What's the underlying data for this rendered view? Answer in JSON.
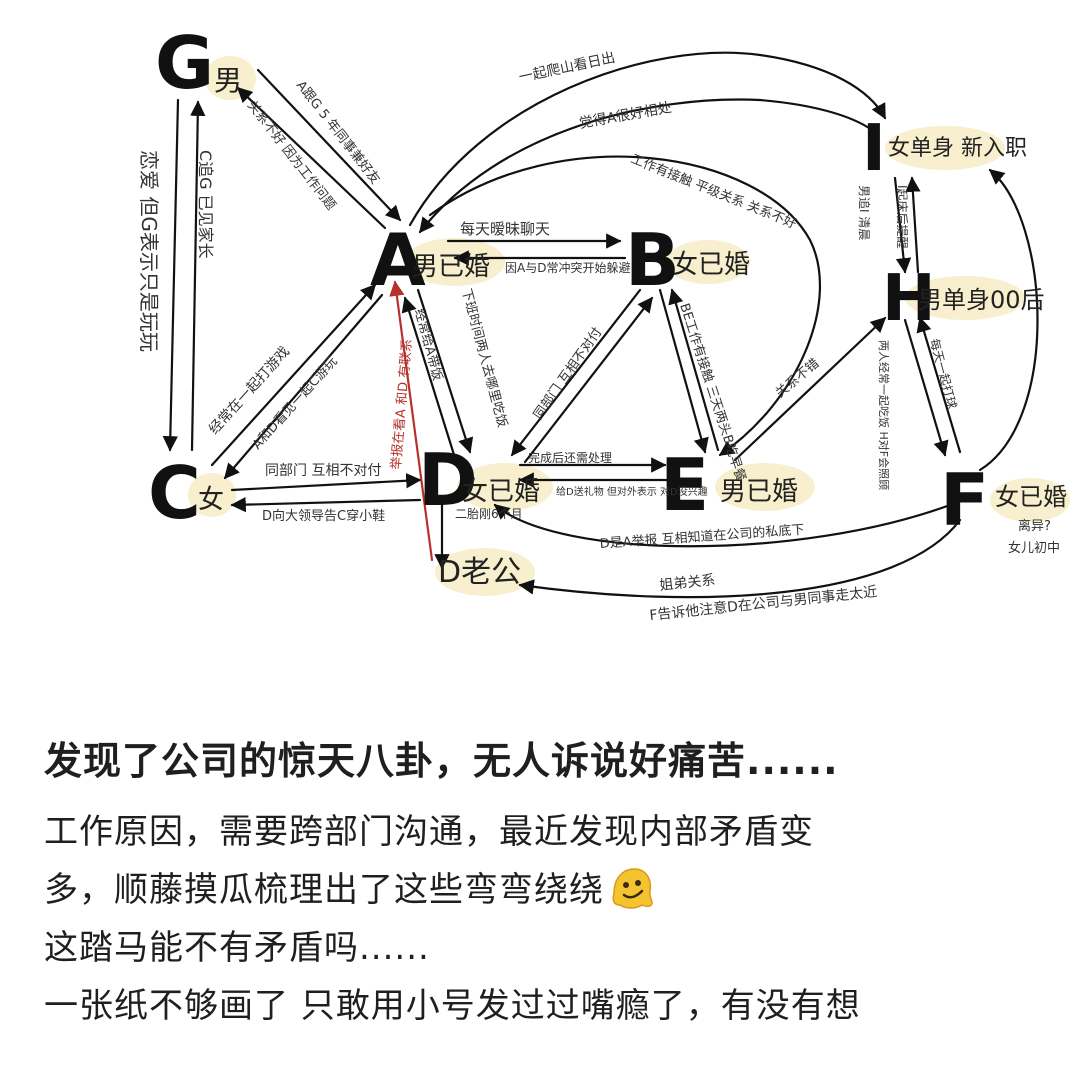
{
  "diagram": {
    "nodes": [
      {
        "id": "G",
        "letter": "G",
        "tag": "男"
      },
      {
        "id": "A",
        "letter": "A",
        "tag": "男已婚"
      },
      {
        "id": "B",
        "letter": "B",
        "tag": "女已婚"
      },
      {
        "id": "C",
        "letter": "C",
        "tag": "女"
      },
      {
        "id": "D",
        "letter": "D",
        "tag": "女已婚"
      },
      {
        "id": "E",
        "letter": "E",
        "tag": "男已婚"
      },
      {
        "id": "F",
        "letter": "F",
        "tag": "女已婚"
      },
      {
        "id": "H",
        "letter": "H",
        "tag": "男单身00后"
      },
      {
        "id": "I",
        "letter": "I",
        "tag": "女单身 新入职"
      },
      {
        "id": "DH",
        "letter": "",
        "tag": "D老公"
      }
    ],
    "edge_labels": {
      "g_c": "恋爱 但G表示只是玩玩",
      "c_g": "C追G 已见家长",
      "g_a1": "A跟G 5 年同事兼好友",
      "g_a2": "关系不好 因为工作问题",
      "a_b1": "每天暧昧聊天",
      "a_b2": "因A与D常冲突开始躲避",
      "a_i1": "一起爬山看日出",
      "a_i2": "觉得A很好相处",
      "a_e": "工作有接触 平级关系 关系不好",
      "a_d1": "下班时间两人去哪里吃饭",
      "a_d2": "经常给A带饭",
      "c_a1": "经常在一起打游戏",
      "c_a2": "A和D看见一起C游玩",
      "d_a": "举报在看A 和D 有联系",
      "c_d1": "同部门 互相不对付",
      "c_d2": "D向大领导告C穿小鞋",
      "b_d": "同部门 互相不对付",
      "b_e": "BE工作有接触 三天两头B吃早餐",
      "d_e1": "完成后还需处理",
      "d_e2": "给D送礼物 但对外表示 对D没兴趣",
      "d_dh": "二胎刚6个月",
      "d_f": "D是A举报 互相知道在公司的私底下",
      "f_dh1": "姐弟关系",
      "f_dh2": "F告诉他注意D在公司与男同事走太近",
      "e_h": "关系不错",
      "h_i": "I起床后提醒",
      "i_h": "男追I 清晨",
      "h_f1": "两人经常一起吃饭 H对F会照顾",
      "h_f2": "每天一起打球",
      "f_note1": "离异?",
      "f_note2": "女儿初中"
    }
  },
  "post": {
    "title": "发现了公司的惊天八卦，无人诉说好痛苦......",
    "lines": [
      "工作原因，需要跨部门沟通，最近发现内部矛盾变",
      "多，顺藤摸瓜梳理出了这些弯弯绕绕",
      "这踏马能不有矛盾吗......",
      "一张纸不够画了 只敢用小号发过过嘴瘾了，有没有想"
    ],
    "emoji_icon": "melting-face-emoji"
  },
  "colors": {
    "ink": "#111111",
    "highlight": "#f6ecc4",
    "red_arrow": "#b5322c",
    "text": "#1f1f1f"
  }
}
